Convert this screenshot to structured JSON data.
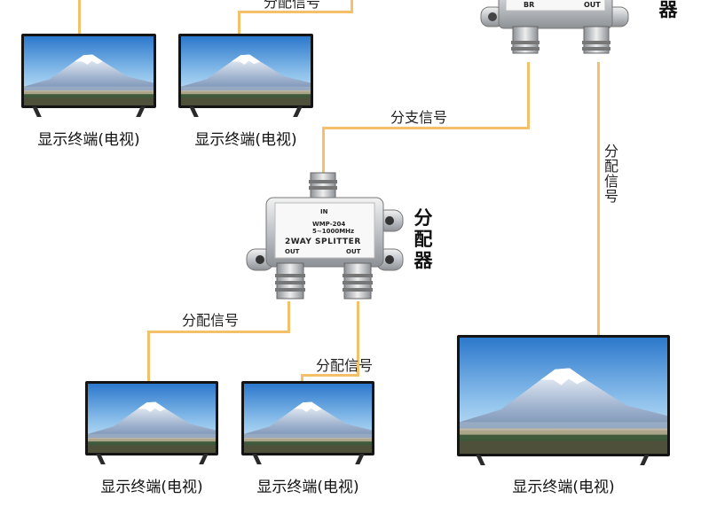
{
  "wire_labels": {
    "top_partial": "分配信号",
    "branch": "分支信号",
    "right_vertical": "分配信号",
    "left_lower": "分配信号",
    "right_lower": "分配信号"
  },
  "devices": {
    "splitter": {
      "title": "分配器",
      "port_in": "IN",
      "model": "WMP-204",
      "frequency": "5~1000MHz",
      "name": "2WAY SPLITTER",
      "port_out_left": "OUT",
      "port_out_right": "OUT"
    },
    "tap": {
      "title_partial": "器",
      "port_br": "BR",
      "port_out": "OUT"
    }
  },
  "tvs": [
    {
      "caption": "显示终端(电视)"
    },
    {
      "caption": "显示终端(电视)"
    },
    {
      "caption": "显示终端(电视)"
    },
    {
      "caption": "显示终端(电视)"
    },
    {
      "caption": "显示终端(电视)"
    }
  ],
  "colors": {
    "wire": "#f4c069",
    "tv_frame": "#141414",
    "sky_top": "#2f7fd0",
    "sky_bottom": "#cfe6f7"
  }
}
